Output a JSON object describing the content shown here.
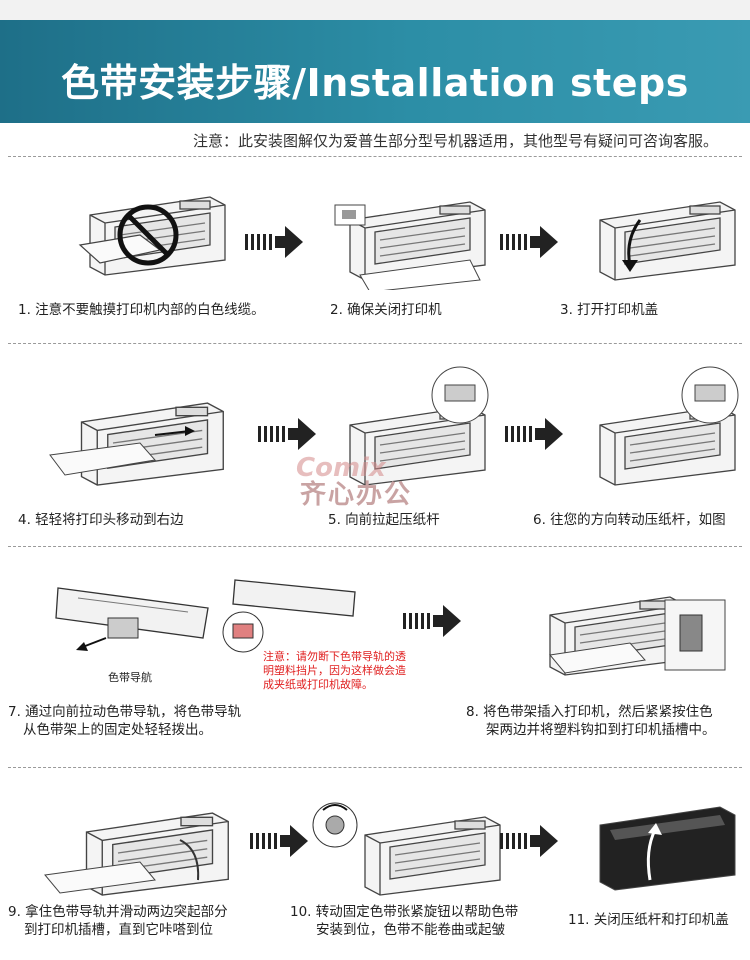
{
  "header": {
    "title": "色带安装步骤/Installation steps",
    "note": "注意：此安装图解仅为爱普生部分型号机器适用，其他型号有疑问可咨询客服。"
  },
  "steps": [
    {
      "caption": "1. 注意不要触摸打印机内部的白色线缆。"
    },
    {
      "caption": "2. 确保关闭打印机"
    },
    {
      "caption": "3. 打开打印机盖"
    },
    {
      "caption": "4. 轻轻将打印头移动到右边"
    },
    {
      "caption": "5. 向前拉起压纸杆"
    },
    {
      "caption": "6. 往您的方向转动压纸杆，如图"
    },
    {
      "caption_line1": "7. 通过向前拉动色带导轨，将色带导轨",
      "caption_line2": "从色带架上的固定处轻轻拨出。"
    },
    {
      "caption_line1": "8. 将色带架插入打印机，然后紧紧按住色",
      "caption_line2": "架两边并将塑料钩扣到打印机插槽中。"
    },
    {
      "caption_line1": "9. 拿住色带导轨并滑动两边突起部分",
      "caption_line2": "到打印机插槽，直到它咔嗒到位"
    },
    {
      "caption_line1": "10. 转动固定色带张紧旋钮以帮助色带",
      "caption_line2": "安装到位，色带不能卷曲或起皱"
    },
    {
      "caption": "11. 关闭压纸杆和打印机盖"
    }
  ],
  "annotations": {
    "ribbon_guide_label": "色带导航",
    "warning_line1": "注意：请勿断下色带导轨的透",
    "warning_line2": "明塑料挡片，因为这样做会造",
    "warning_line3": "成夹纸或打印机故障。",
    "watermark_cn": "齐心办公",
    "watermark_en": "Comix"
  }
}
